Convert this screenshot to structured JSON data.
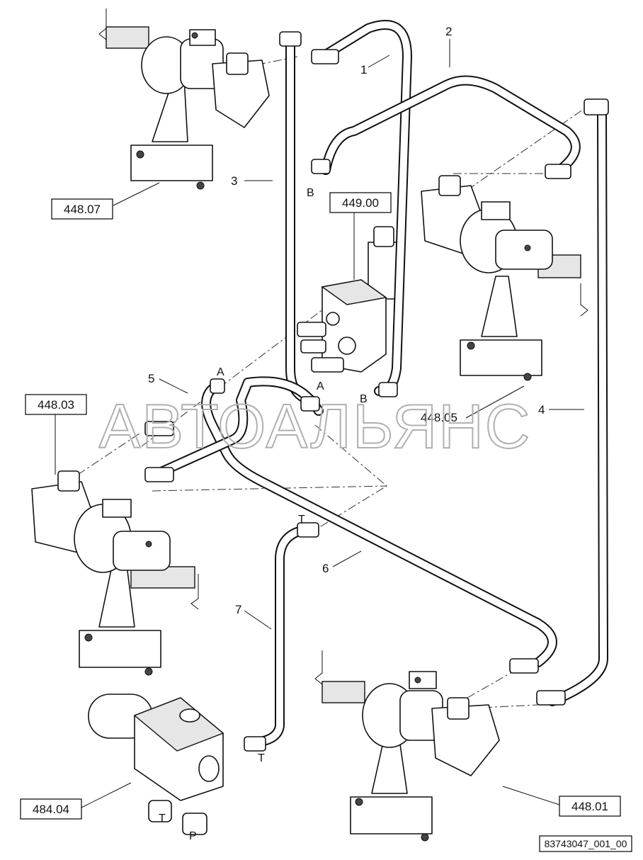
{
  "reference_boxes": {
    "r44807": "448.07",
    "r44900": "449.00",
    "r44803": "448.03",
    "r44805": "448.05",
    "r48404": "484.04",
    "r44801": "448.01"
  },
  "callouts": {
    "c1": "1",
    "c2": "2",
    "c3": "3",
    "c4": "4",
    "c5": "5",
    "c6": "6",
    "c7": "7"
  },
  "ports": {
    "b_top": "B",
    "a_left": "A",
    "a_mid": "A",
    "b_mid": "B",
    "t_top": "T",
    "t_bottom": "T",
    "t_block": "T",
    "p_block": "P"
  },
  "watermark": "АВТОАЛЬЯНС",
  "document_id": "83743047_001_00"
}
